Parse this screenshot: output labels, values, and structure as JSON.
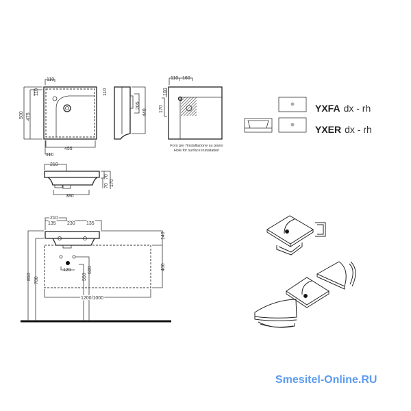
{
  "top_view": {
    "dims": {
      "w110_top": "110",
      "h500": "500",
      "h475": "475",
      "l110": "110",
      "r110": "110",
      "w455": "455",
      "b110": "110"
    }
  },
  "side_view": {
    "dims": {
      "h205": "205",
      "h440": "440"
    }
  },
  "install_view": {
    "dims": {
      "w110": "110",
      "w160": "160",
      "h100": "100",
      "h170": "170"
    },
    "caption_it": "Foro per l'installazione su piano",
    "caption_en": "Hole for surface installation"
  },
  "front_view": {
    "dims": {
      "w210": "210",
      "h70a": "70",
      "h70b": "70",
      "h170": "170",
      "w380": "380"
    }
  },
  "wall_view": {
    "dims": {
      "w210": "210",
      "w135a": "135",
      "w230": "230",
      "w135b": "135",
      "h140": "140",
      "h400": "400",
      "h850": "850",
      "h780": "780",
      "h550": "550",
      "h600": "600",
      "w120": "120",
      "w1200": "1200/1000"
    }
  },
  "variants": [
    {
      "code": "YXFA",
      "side": "dx - rh"
    },
    {
      "code": "YXER",
      "side": "dx - rh"
    }
  ],
  "watermark": "Smesitel-Online.RU"
}
